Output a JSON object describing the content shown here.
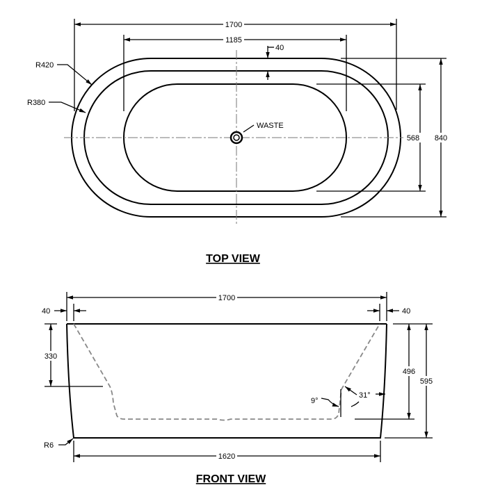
{
  "top_view": {
    "title": "TOP VIEW",
    "dim_overall_length": "1700",
    "dim_inner_length": "1185",
    "dim_rim": "40",
    "dim_overall_width": "840",
    "dim_inner_width": "568",
    "radius_outer": "R420",
    "radius_inner": "R380",
    "waste_label": "WASTE"
  },
  "front_view": {
    "title": "FRONT VIEW",
    "dim_top_length": "1700",
    "dim_left_rim": "40",
    "dim_right_rim": "40",
    "dim_seat_depth": "330",
    "dim_inner_depth": "496",
    "dim_overall_height": "595",
    "dim_base_length": "1620",
    "angle_small": "9°",
    "angle_large": "31°",
    "radius_base": "R6"
  }
}
